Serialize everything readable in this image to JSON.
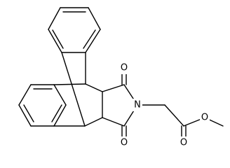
{
  "structure": {
    "atoms": {
      "n1": "N",
      "o1": "O",
      "o2": "O",
      "o3": "O",
      "o4": "O"
    }
  },
  "colors": {
    "bond": "#000000",
    "background": "#ffffff"
  }
}
